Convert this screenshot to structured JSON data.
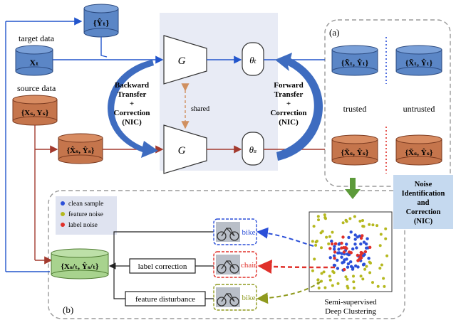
{
  "sets": {
    "y_hat_t": "{Ŷₜ}",
    "x_t": "Xₜ",
    "x_s_y_s": "{Xₛ, Yₛ}",
    "x_s_y_s_hat": "{X̂ₛ, Ŷₛ}",
    "x_st_y_st": "{Xₛ/ₜ, Ŷₛ/ₜ}",
    "a_t1": "{X̃ₜ, Ŷₜ}",
    "a_t2": "{X̃ₜ, Ŷₜ}",
    "a_s1": "{X̃ₛ, Ŷₛ}",
    "a_s2": "{X̃ₛ, Ŷₛ}"
  },
  "labels": {
    "target_data": "target data",
    "source_data": "source data",
    "g_top": "G",
    "g_bottom": "G",
    "theta_t": "θₜ",
    "theta_s": "θₛ",
    "shared": "shared",
    "backward": [
      "Backward",
      "Transfer",
      "+",
      "Correction",
      "(NIC)"
    ],
    "forward": [
      "Forward",
      "Transfer",
      "+",
      "Correction",
      "(NIC)"
    ],
    "panel_a": "(a)",
    "panel_b": "(b)",
    "trusted": "trusted",
    "untrusted": "untrusted",
    "nic": [
      "Noise",
      "Identification",
      "and",
      "Correction",
      "(NIC)"
    ],
    "label_correction": "label correction",
    "feature_disturbance": "feature disturbance",
    "clustering": [
      "Semi-supervised",
      "Deep Clustering"
    ]
  },
  "legend": [
    {
      "label": "clean sample",
      "color": "#2b4fd8"
    },
    {
      "label": "feature noise",
      "color": "#b5b81e"
    },
    {
      "label": "label noise",
      "color": "#e0302a"
    }
  ],
  "samples": [
    {
      "label": "bike",
      "color": "#2b4fd8",
      "icon": "bike-photo-icon"
    },
    {
      "label": "chair",
      "color": "#e0302a",
      "icon": "bike-photo-icon"
    },
    {
      "label": "bike",
      "color": "#8f9a1e",
      "icon": "bike-photo-icon"
    }
  ],
  "colors": {
    "blue_cyl": "#5b86c6",
    "red_cyl": "#c5754c",
    "green_cyl": "#a8d38e",
    "nic_box": "#c5d9ef",
    "panel": "#e8ebf5",
    "arrow_blue": "#3e6cc0",
    "arrow_red": "#a33a2e"
  }
}
